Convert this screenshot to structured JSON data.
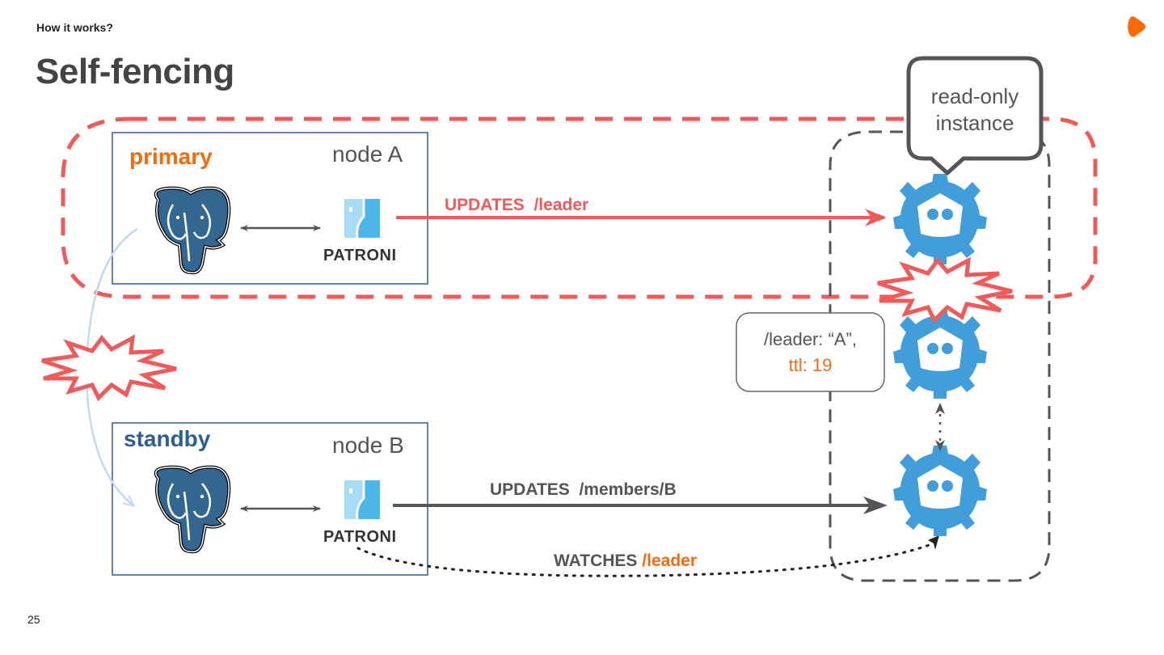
{
  "header": {
    "section": "How it works?",
    "title": "Self-fencing"
  },
  "footer": {
    "page_number": "25"
  },
  "brand": {
    "logo_icon": "orange-play-icon",
    "accent": "#ff6a00"
  },
  "colors": {
    "fence_red": "#f05a5a",
    "primary_orange": "#f26b0f",
    "standby_blue": "#2e5f93",
    "etcd_blue": "#419eda",
    "dark_gray": "#555555",
    "node_border": "#2e5f93"
  },
  "nodes": [
    {
      "id": "A",
      "role": "primary",
      "name": "node A",
      "db_icon": "postgresql-elephant-icon",
      "agent": "PATRONI"
    },
    {
      "id": "B",
      "role": "standby",
      "name": "node B",
      "db_icon": "postgresql-elephant-icon",
      "agent": "PATRONI"
    }
  ],
  "arrows": {
    "a_updates": {
      "verb": "UPDATES",
      "key": "/leader"
    },
    "b_updates": {
      "verb": "UPDATES",
      "key": "/members/B"
    },
    "b_watches": {
      "verb": "WATCHES",
      "key": "/leader"
    }
  },
  "etcd": {
    "icon": "etcd-icon",
    "callout": {
      "line1": "read-only",
      "line2": "instance"
    },
    "info_box": {
      "line1": "/leader: “A”,",
      "line2": "ttl: 19"
    }
  }
}
